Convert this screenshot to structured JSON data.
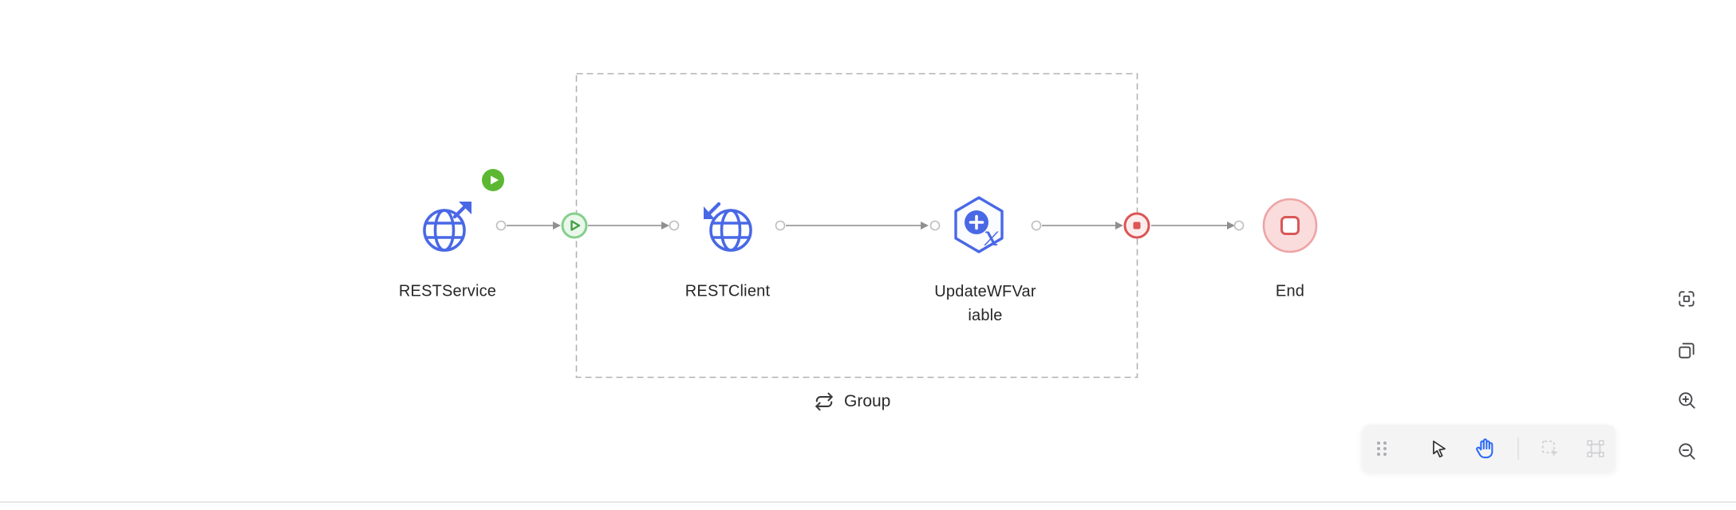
{
  "nodes": {
    "restservice": {
      "label": "RESTService"
    },
    "restclient": {
      "label": "RESTClient"
    },
    "updatewfvariable": {
      "line1": "UpdateWFVar",
      "line2": "iable"
    },
    "end": {
      "label": "End"
    }
  },
  "group": {
    "label": "Group"
  },
  "icons": {
    "variable_glyph": "x",
    "restservice": "globe-arrow-out",
    "restclient": "globe-arrow-in",
    "updatewfvariable": "hexagon-plus-variable",
    "run_badge": "play-circle-badge",
    "group_start_port": "play-circle",
    "group_end_port": "stop-circle",
    "end_node": "stop-square-in-circle",
    "group_label_icon": "repeat-arrows",
    "toolbar_right": [
      "fit-view",
      "copy",
      "zoom-in",
      "zoom-out"
    ],
    "toolbar_bottom": [
      "drag-handle",
      "pointer",
      "hand",
      "marquee-select",
      "transform"
    ]
  },
  "toolbar_bottom": {
    "active_tool": "hand"
  },
  "colors": {
    "node_blue": "#4968e6",
    "run_green": "#5cb832",
    "start_green": "#43a047",
    "stop_red": "#dd5454",
    "end_fill": "#fbdcdc",
    "edge_gray": "#9a9a9a",
    "active_tool_blue": "#2e6bf6",
    "toolbar_bg": "#f4f4f5"
  }
}
